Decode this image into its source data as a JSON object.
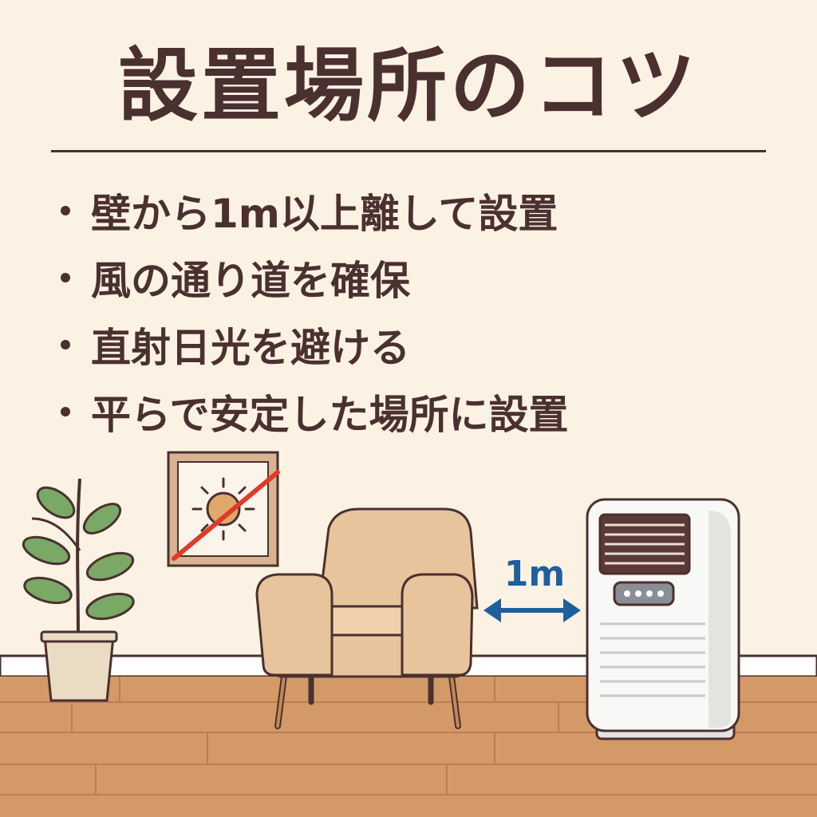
{
  "title": "設置場所のコツ",
  "tips": [
    "壁から1m以上離して設置",
    "風の通り道を確保",
    "直射日光を避ける",
    "平らで安定した場所に設置"
  ],
  "scene": {
    "distance_label": "1m",
    "icons": [
      "plant-icon",
      "no-direct-sunlight-icon",
      "armchair-icon",
      "distance-arrow-icon",
      "heater-icon"
    ]
  },
  "colors": {
    "background": "#fbf2e3",
    "text": "#4b3030",
    "floor": "#d39a68",
    "arrow": "#1f5f9e",
    "prohibition": "#e03a2a",
    "chair": "#e8c49c"
  }
}
